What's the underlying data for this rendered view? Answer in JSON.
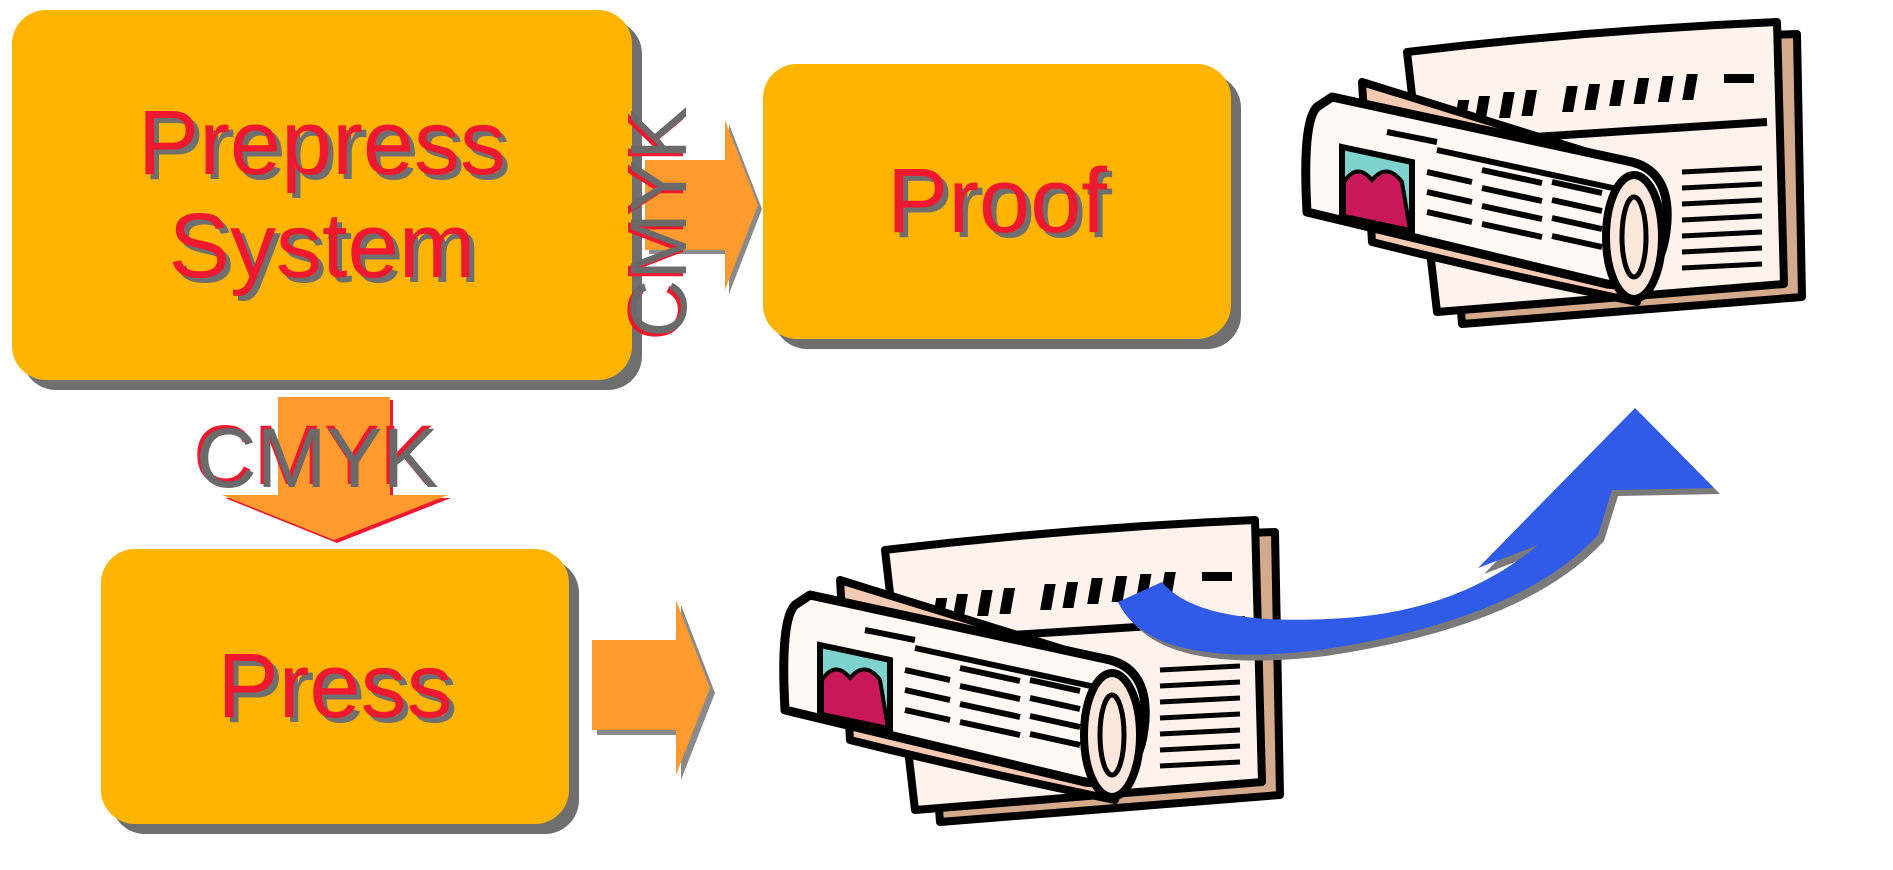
{
  "diagram": {
    "nodes": {
      "prepress": {
        "label": "Prepress\nSystem"
      },
      "proof": {
        "label": "Proof"
      },
      "press": {
        "label": "Press"
      }
    },
    "edges": {
      "prepress_to_proof": {
        "label": "CMYK"
      },
      "prepress_to_press": {
        "label": "CMYK"
      }
    }
  },
  "colors": {
    "box_fill": "#FFB400",
    "label_text": "#F0182E",
    "shadow": "#6f6f6f",
    "arrow_orange": "#FF9A2E",
    "curved_arrow": "#2F5BE8"
  },
  "icons": {
    "newspaper_top": "newspaper-icon",
    "newspaper_bottom": "newspaper-icon",
    "curved_arrow": "curved-arrow-icon"
  }
}
